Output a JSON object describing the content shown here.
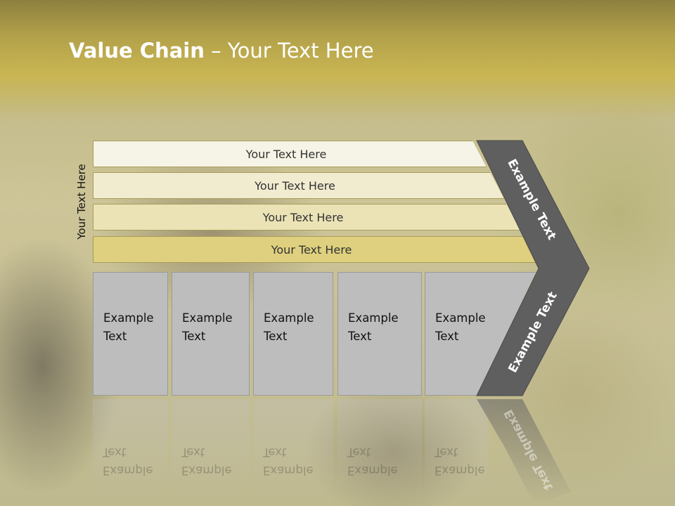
{
  "title": {
    "bold": "Value Chain",
    "rest": " – Your Text Here"
  },
  "side_label": "Your Text Here",
  "bars": [
    {
      "label": "Your Text Here",
      "color": "#f6f4e6"
    },
    {
      "label": "Your Text Here",
      "color": "#f1ecd0"
    },
    {
      "label": "Your Text Here",
      "color": "#ebe3b6"
    },
    {
      "label": "Your Text Here",
      "color": "#ded07e"
    }
  ],
  "boxes": [
    {
      "line1": "Example",
      "line2": "Text"
    },
    {
      "line1": "Example",
      "line2": "Text"
    },
    {
      "line1": "Example",
      "line2": "Text"
    },
    {
      "line1": "Example",
      "line2": "Text"
    },
    {
      "line1": "Example",
      "line2": "Text"
    }
  ],
  "chevron": {
    "upper_label": "Example Text",
    "lower_label": "Example Text",
    "color": "#5f5f5f"
  }
}
